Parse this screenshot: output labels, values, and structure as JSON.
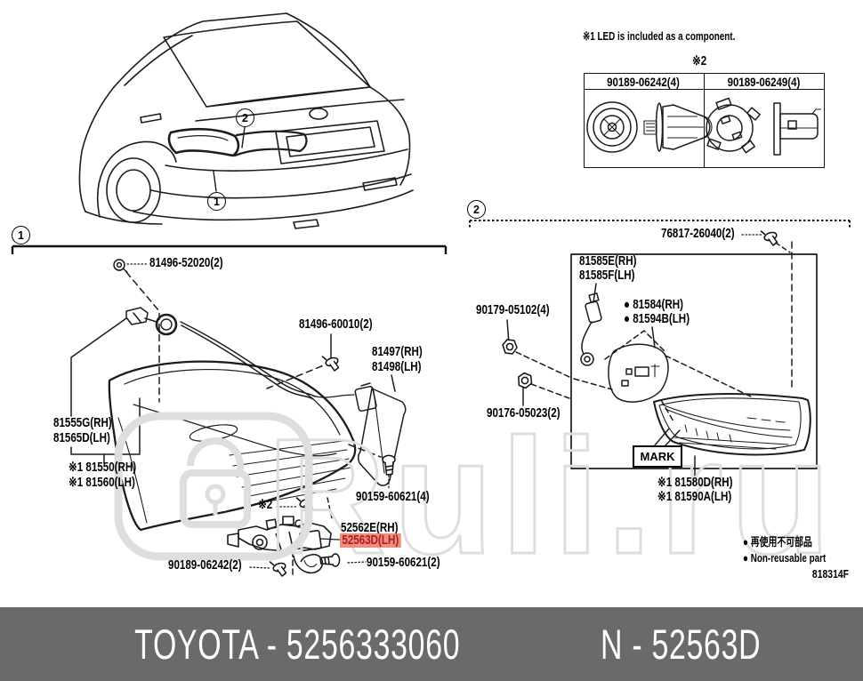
{
  "watermark": {
    "text": "Ruli.ru",
    "color": "#dedede"
  },
  "banner": {
    "left": "TOYOTA - 5256333060",
    "right": "N - 52563D",
    "bg": "#6a6a6a",
    "fg": "#ffffff"
  },
  "notes": {
    "led": "※1 LED is included as a component.",
    "clip_table_caption": "※2",
    "ref2_inline": "※2",
    "nonreusable_jp": "● 再使用不可部品",
    "nonreusable_en": "● Non-reusable part",
    "diagram_code": "818314F"
  },
  "callouts": {
    "one": "1",
    "two": "2"
  },
  "clip_table": {
    "columns": [
      "90189-06242(4)",
      "90189-06249(4)"
    ]
  },
  "labels": {
    "p81496_52020": "81496-52020(2)",
    "p81555g": "81555G(RH)",
    "p81565d": "81565D(LH)",
    "p81550": "※1 81550(RH)",
    "p81560": "※1 81560(LH)",
    "p81496_60010": "81496-60010(2)",
    "p81497": "81497(RH)",
    "p81498": "81498(LH)",
    "p90159_60621_4": "90159-60621(4)",
    "p52562e": "52562E(RH)",
    "p52563d": "52563D(LH)",
    "p90189_06242_2": "90189-06242(2)",
    "p90159_60621_2": "90159-60621(2)",
    "p76817_26040": "76817-26040(2)",
    "p81585e": "81585E(RH)",
    "p81585f": "81585F(LH)",
    "p90179_05102": "90179-05102(4)",
    "p81584": "● 81584(RH)",
    "p81594b": "● 81594B(LH)",
    "p90176_05023": "90176-05023(2)",
    "mark": "MARK",
    "p81580d": "※1 81580D(RH)",
    "p81590a": "※1 81590A(LH)"
  },
  "highlight": {
    "part": "52563D(LH)",
    "bg": "#f28b82",
    "fg": "#a8221a"
  }
}
